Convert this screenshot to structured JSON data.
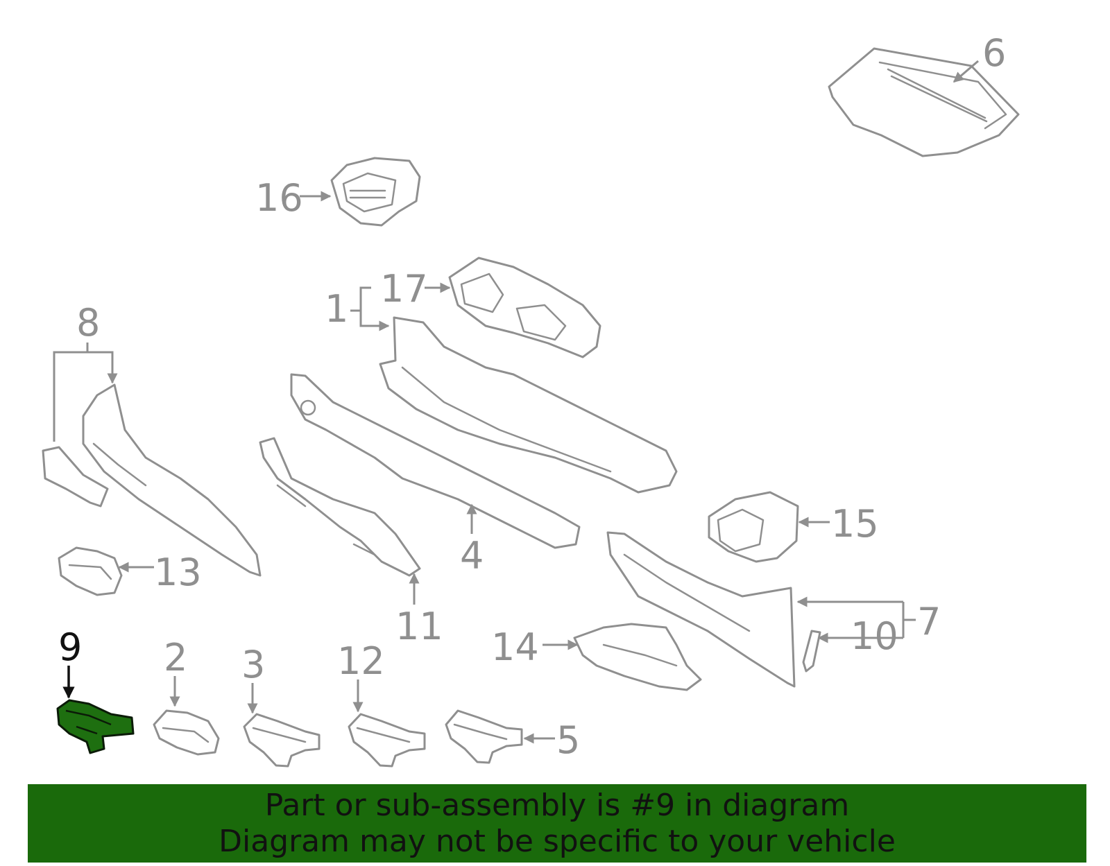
{
  "highlight_color": "#1a6a0b",
  "callouts": {
    "c1": "1",
    "c2": "2",
    "c3": "3",
    "c4": "4",
    "c5": "5",
    "c6": "6",
    "c7": "7",
    "c8": "8",
    "c9": "9",
    "c10": "10",
    "c11": "11",
    "c12": "12",
    "c13": "13",
    "c14": "14",
    "c15": "15",
    "c16": "16",
    "c17": "17"
  },
  "highlighted_part": "9",
  "banner": {
    "line1": "Part or sub-assembly is #9 in diagram",
    "line2": "Diagram may not be specific to your vehicle"
  }
}
